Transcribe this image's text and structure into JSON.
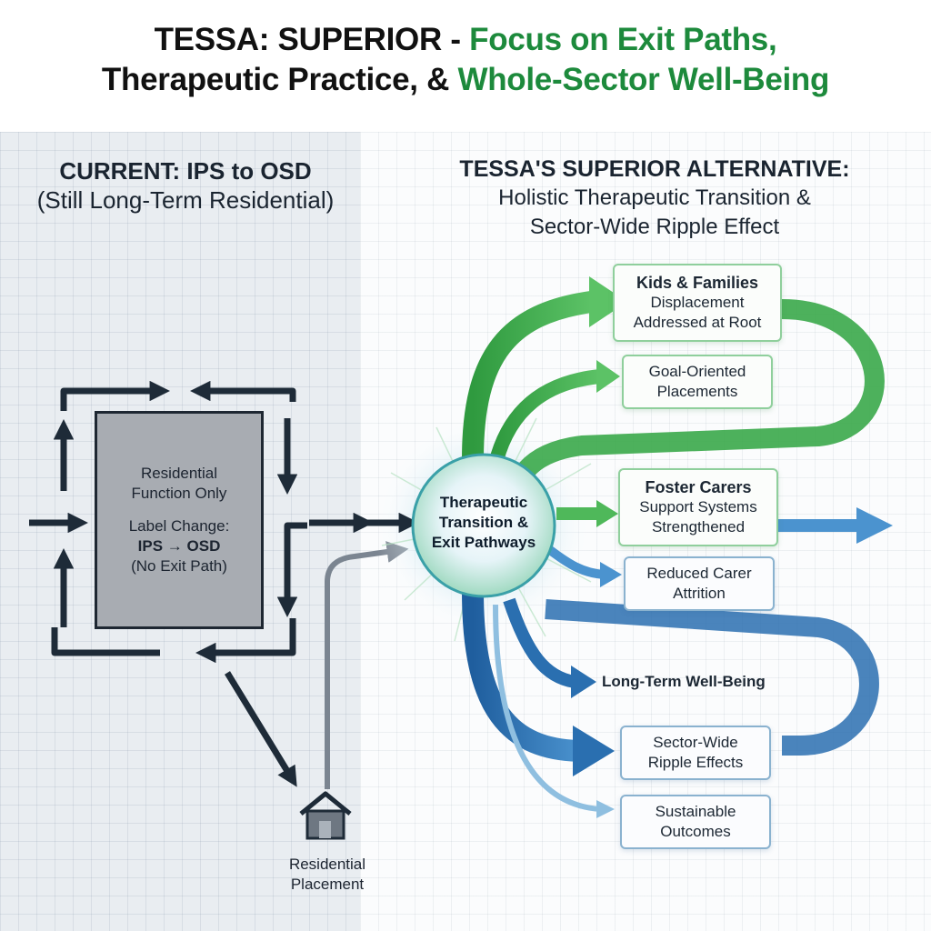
{
  "title": {
    "line1_dark": "TESSA: SUPERIOR - ",
    "line1_green": "Focus on Exit Paths,",
    "line2_dark": "Therapeutic Practice, & ",
    "line2_green": "Whole-Sector Well-Being"
  },
  "left": {
    "heading_line1": "CURRENT: IPS to OSD",
    "heading_line2": "(Still Long-Term Residential)",
    "box": {
      "line1": "Residential",
      "line2": "Function Only",
      "line3": "Label Change:",
      "line4": "IPS → OSD",
      "line5": "(No Exit Path)"
    },
    "placement_line1": "Residential",
    "placement_line2": "Placement",
    "icon": "house-icon"
  },
  "right": {
    "heading_line1": "TESSA'S SUPERIOR ALTERNATIVE:",
    "heading_line2": "Holistic Therapeutic Transition &",
    "heading_line3": "Sector-Wide Ripple Effect",
    "hub_line1": "Therapeutic",
    "hub_line2": "Transition &",
    "hub_line3": "Exit Pathways",
    "nodes": {
      "kids": {
        "title": "Kids & Families",
        "line1": "Displacement",
        "line2": "Addressed at Root"
      },
      "goal": {
        "line1": "Goal-Oriented",
        "line2": "Placements"
      },
      "foster": {
        "title": "Foster Carers",
        "line1": "Support Systems",
        "line2": "Strengthened"
      },
      "reduced": {
        "line1": "Reduced Carer",
        "line2": "Attrition"
      },
      "wellbeing": {
        "label": "Long-Term Well-Being"
      },
      "ripple": {
        "line1": "Sector-Wide",
        "line2": "Ripple Effects"
      },
      "sustainable": {
        "line1": "Sustainable",
        "line2": "Outcomes"
      }
    }
  },
  "colors": {
    "green": "#1d8a3c",
    "dark_navy": "#1e2b38",
    "arrow_green": "#3aa84a",
    "arrow_blue": "#2a6fb0",
    "grey_box": "#a8acb2"
  }
}
